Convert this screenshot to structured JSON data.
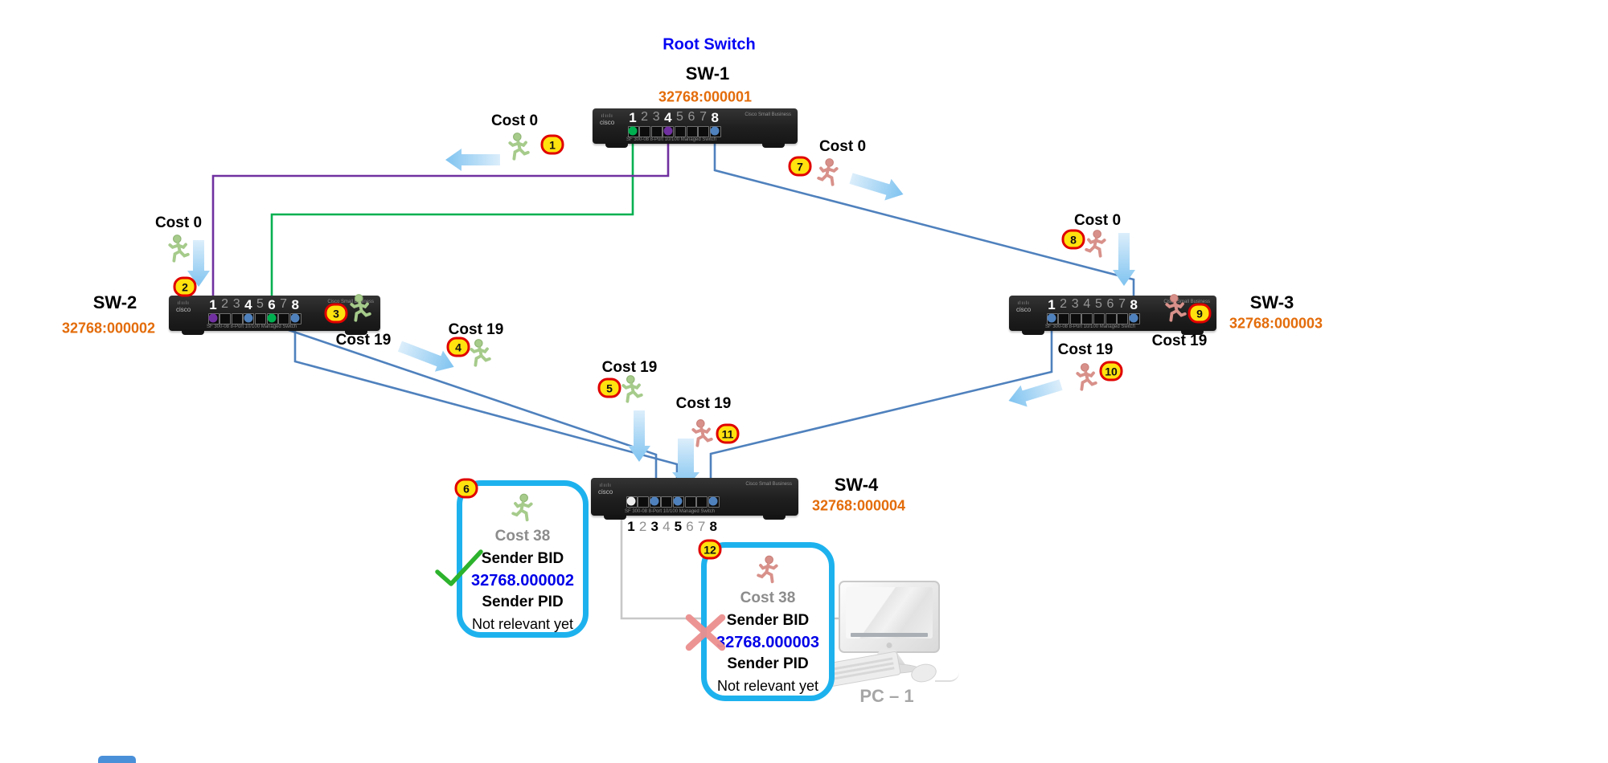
{
  "root_label": "Root Switch",
  "switches": [
    {
      "name": "SW-1",
      "bid": "32768:000001"
    },
    {
      "name": "SW-2",
      "bid": "32768:000002"
    },
    {
      "name": "SW-3",
      "bid": "32768:000003"
    },
    {
      "name": "SW-4",
      "bid": "32768:000004"
    }
  ],
  "port_numbers": [
    "1",
    "2",
    "3",
    "4",
    "5",
    "6",
    "7",
    "8"
  ],
  "switch_chrome": {
    "brand_bars": "ılıılı",
    "brand_logo": "cisco",
    "brand_tagline": "Cisco Small Business",
    "model_text": "SF 300-08  8-Port 10/100 Managed Switch"
  },
  "step_badges": [
    "1",
    "2",
    "3",
    "4",
    "5",
    "6",
    "7",
    "8",
    "9",
    "10",
    "11",
    "12"
  ],
  "cost_labels": [
    {
      "step": "1",
      "text": "Cost 0"
    },
    {
      "step": "2",
      "text": "Cost 0"
    },
    {
      "step": "3",
      "text": "Cost 19"
    },
    {
      "step": "4",
      "text": "Cost 19"
    },
    {
      "step": "5",
      "text": "Cost 19"
    },
    {
      "step": "7",
      "text": "Cost 0"
    },
    {
      "step": "8",
      "text": "Cost 0"
    },
    {
      "step": "9",
      "text": "Cost 19"
    },
    {
      "step": "10",
      "text": "Cost 19"
    },
    {
      "step": "11",
      "text": "Cost 19"
    }
  ],
  "callouts": [
    {
      "badge": "6",
      "cost": "Cost 38",
      "sender_bid_label": "Sender BID",
      "sender_bid": "32768.000002",
      "sender_pid_label": "Sender PID",
      "sender_pid_value": "Not relevant yet",
      "mark": "accepted-check"
    },
    {
      "badge": "12",
      "cost": "Cost 38",
      "sender_bid_label": "Sender BID",
      "sender_bid": "32768.000003",
      "sender_pid_label": "Sender PID",
      "sender_pid_value": "Not relevant yet",
      "mark": "rejected-cross"
    }
  ],
  "pc": {
    "label": "PC – 1"
  },
  "colors": {
    "root_title_blue": "#0404f4",
    "bid_orange": "#e36c0a",
    "callout_border": "#1db2ee",
    "callout_bid_blue": "#0000e8",
    "link_blue": "#4f81bd",
    "link_green": "#00b050",
    "link_purple": "#7030a0",
    "badge_fill": "#ffe20e",
    "badge_ring": "#e00000",
    "runner_green": "#a6cb8b",
    "runner_red": "#d8918a",
    "check_green": "#2db32d",
    "cross_red": "#ec8f8f"
  }
}
